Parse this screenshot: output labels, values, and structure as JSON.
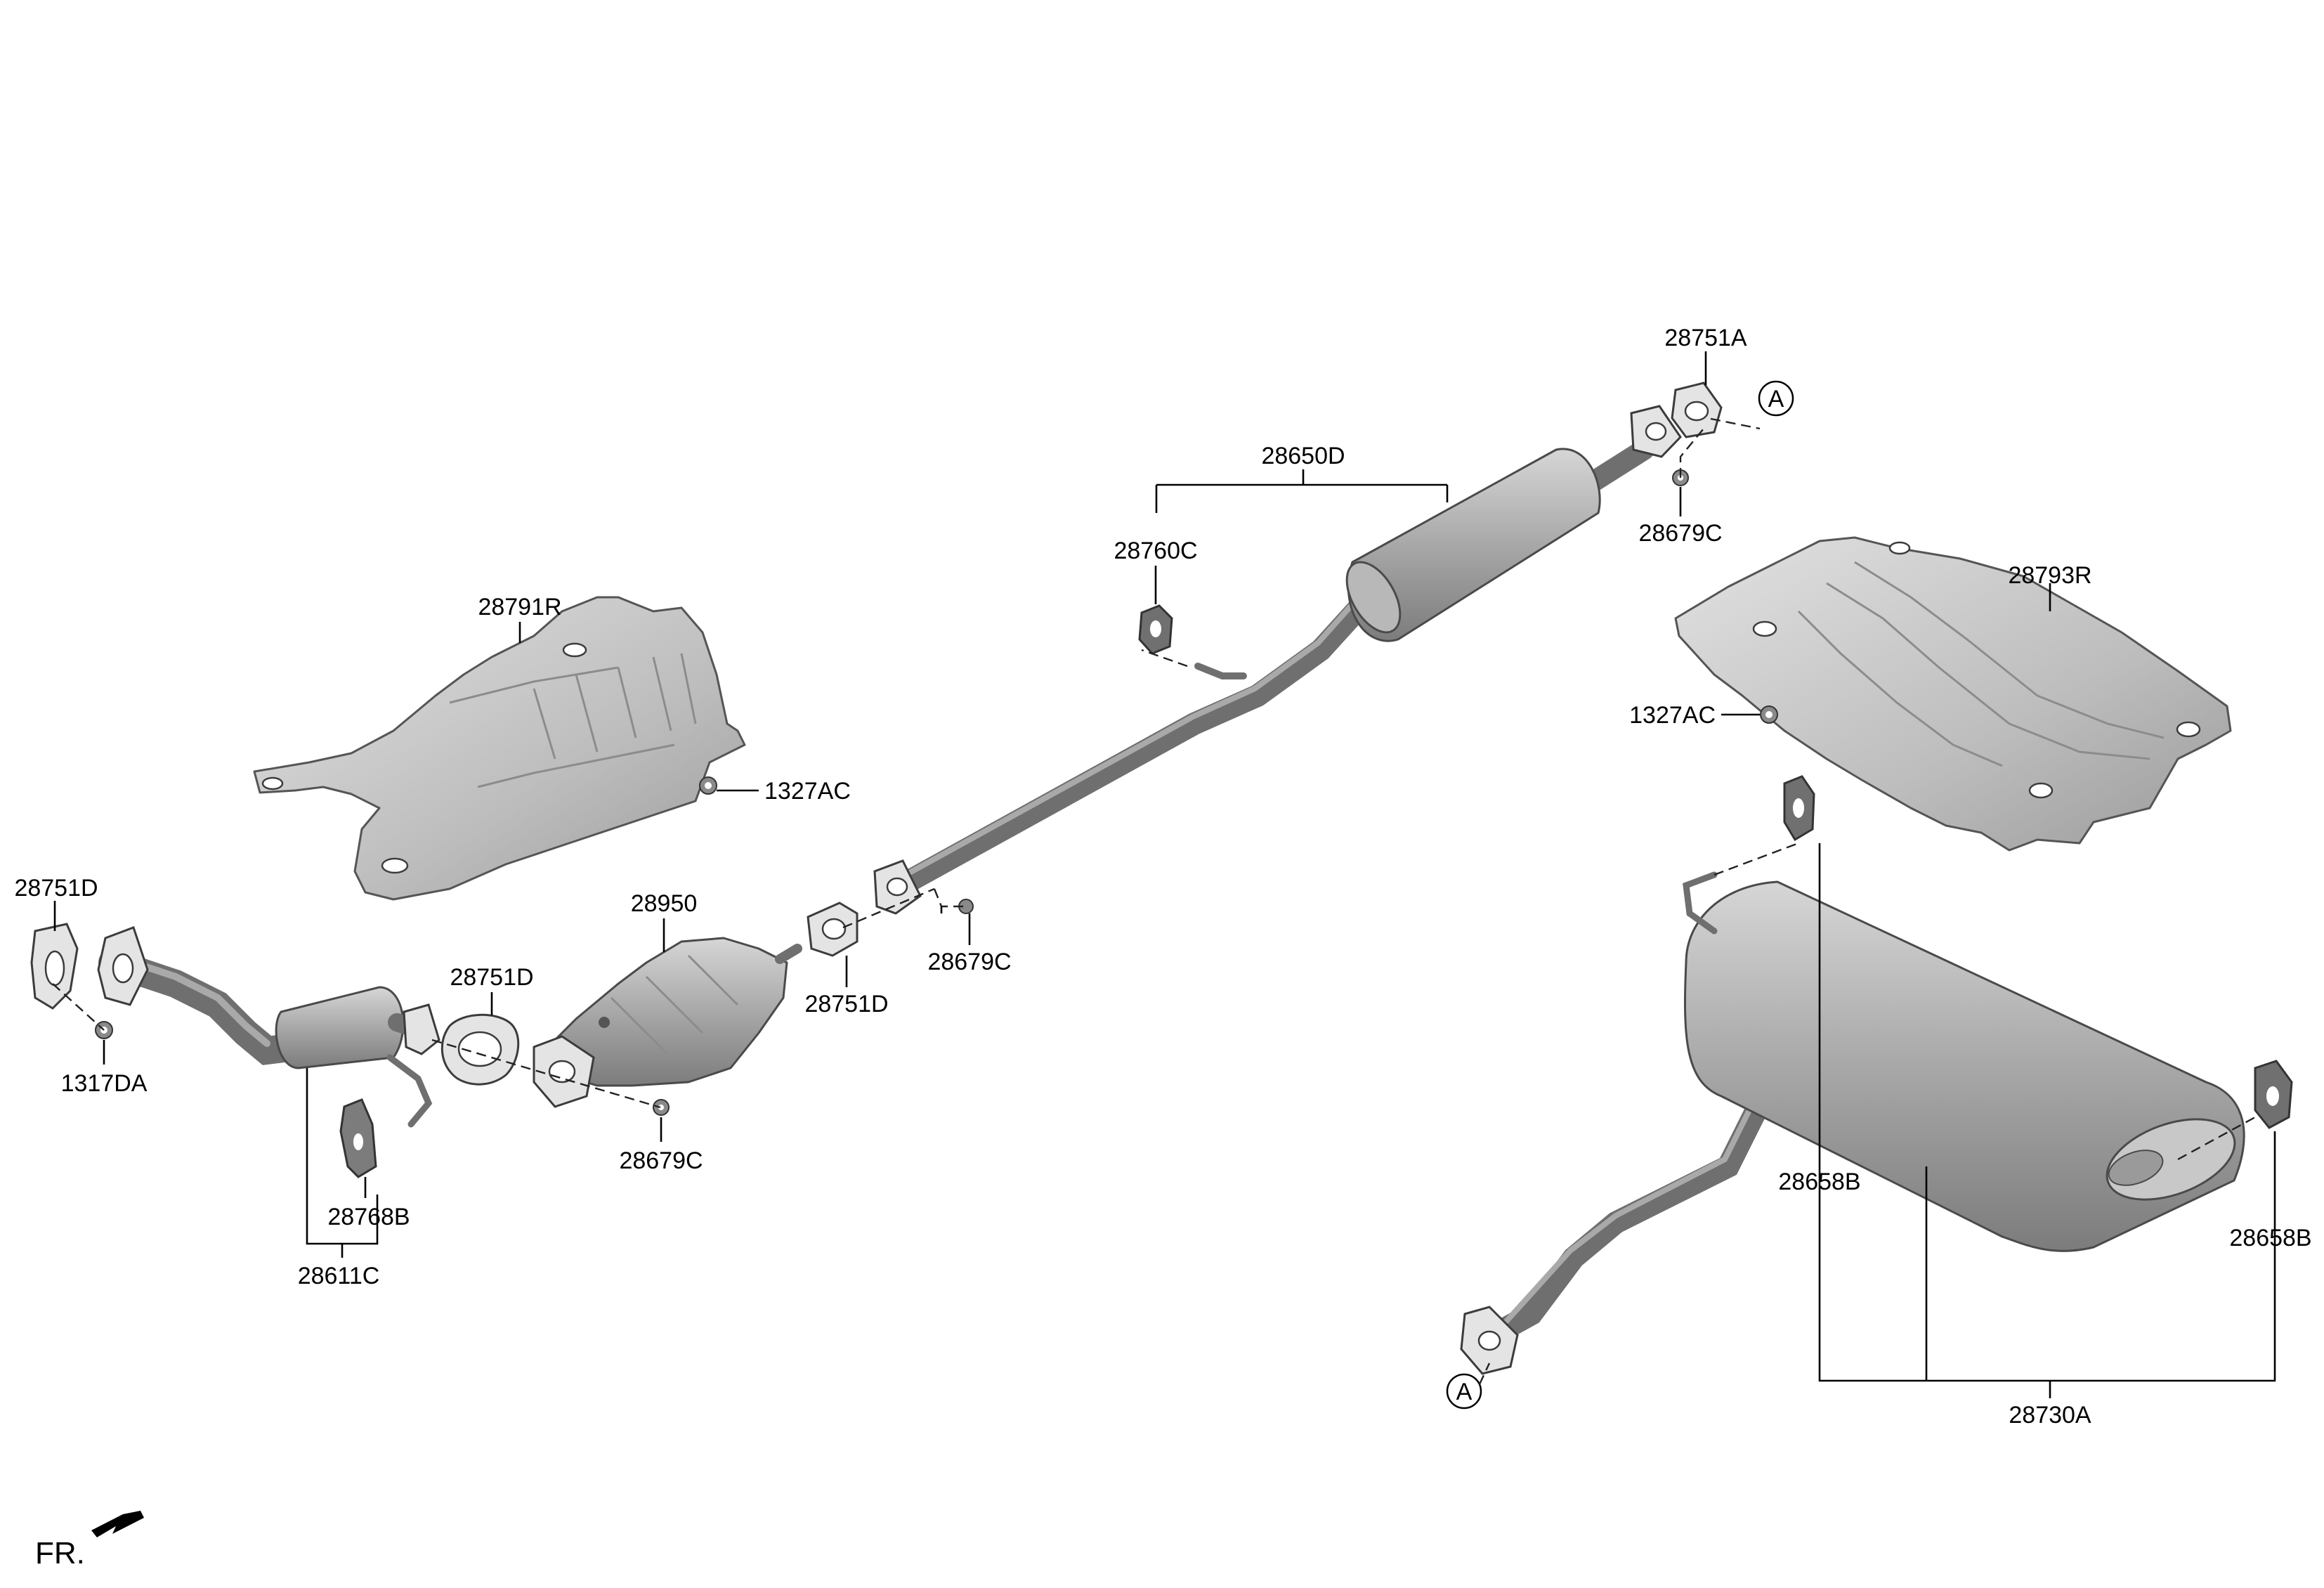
{
  "diagram": {
    "direction_label": "FR.",
    "reference_marker": "A",
    "labels": {
      "p28751A": "28751A",
      "p28650D": "28650D",
      "p28679C_top": "28679C",
      "p28760C": "28760C",
      "p28793R": "28793R",
      "p1327AC_right": "1327AC",
      "p28791R": "28791R",
      "p1327AC_left": "1327AC",
      "p28751D_left": "28751D",
      "p1317DA": "1317DA",
      "p28751D_mid": "28751D",
      "p28950": "28950",
      "p28751D_center": "28751D",
      "p28679C_center": "28679C",
      "p28679C_low": "28679C",
      "p28768B": "28768B",
      "p28611C": "28611C",
      "p28658B_left": "28658B",
      "p28658B_right": "28658B",
      "p28730A": "28730A"
    }
  }
}
